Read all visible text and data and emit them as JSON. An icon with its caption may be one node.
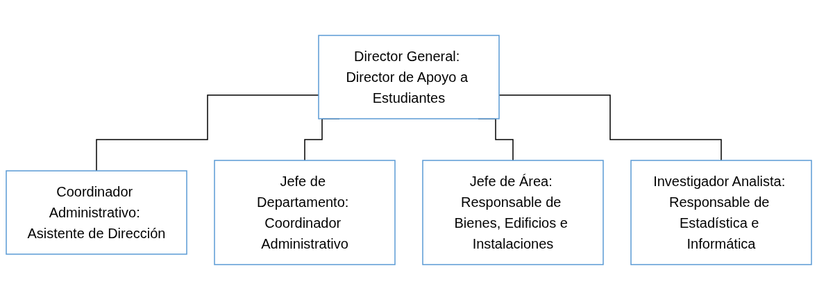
{
  "diagram": {
    "nodes": [
      {
        "text": [
          "Director General: Director de Apoyo a Estudiantes"
        ]
      },
      {
        "text": [
          "Coordinador Administrativo: Asistente de Dirección"
        ]
      },
      {
        "text": [
          "Jefe de Departamento: Coordinador Administrativo"
        ]
      },
      {
        "text": [
          "Jefe de Área: Responsable de Bienes, Edificios e Instalaciones"
        ]
      },
      {
        "text": [
          "Investigador Analista: Responsable de Estadística e Informática"
        ]
      }
    ],
    "edges": [
      {
        "from": 0,
        "to": 1,
        "arrow": "none"
      },
      {
        "from": 0,
        "to": 2,
        "arrow": "none"
      },
      {
        "from": 0,
        "to": 3,
        "arrow": "none"
      },
      {
        "from": 0,
        "to": 4,
        "arrow": "none"
      }
    ]
  }
}
